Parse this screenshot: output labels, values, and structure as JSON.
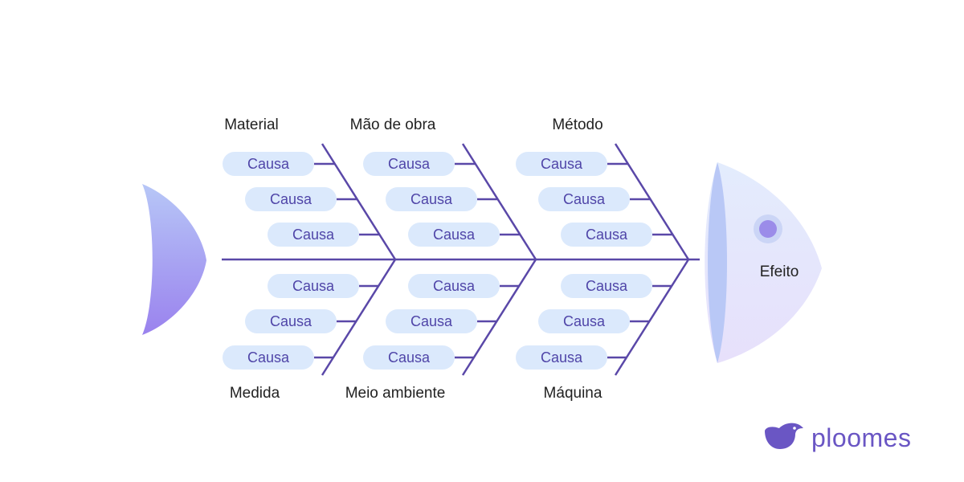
{
  "colors": {
    "spine": "#5a48a8",
    "pill_fill": "#dbe9fc",
    "pill_text": "#4f45a8",
    "head_light": "#e3ecfd",
    "head_purple": "#e7e0fb",
    "head_inner": "#b9c8f6",
    "tail_top": "#b7c7f7",
    "tail_bottom": "#9a82ee",
    "eye_ring": "#cbd5f6",
    "eye": "#9b8ce9",
    "logo": "#6a56c4"
  },
  "effect": {
    "label": "Efeito"
  },
  "categories": {
    "material": {
      "label": "Material",
      "causes": [
        "Causa",
        "Causa",
        "Causa"
      ]
    },
    "mao_de_obra": {
      "label": "Mão de obra",
      "causes": [
        "Causa",
        "Causa",
        "Causa"
      ]
    },
    "metodo": {
      "label": "Método",
      "causes": [
        "Causa",
        "Causa",
        "Causa"
      ]
    },
    "medida": {
      "label": "Medida",
      "causes": [
        "Causa",
        "Causa",
        "Causa"
      ]
    },
    "meio_ambiente": {
      "label": "Meio ambiente",
      "causes": [
        "Causa",
        "Causa",
        "Causa"
      ]
    },
    "maquina": {
      "label": "Máquina",
      "causes": [
        "Causa",
        "Causa",
        "Causa"
      ]
    }
  },
  "logo": {
    "text": "ploomes"
  }
}
